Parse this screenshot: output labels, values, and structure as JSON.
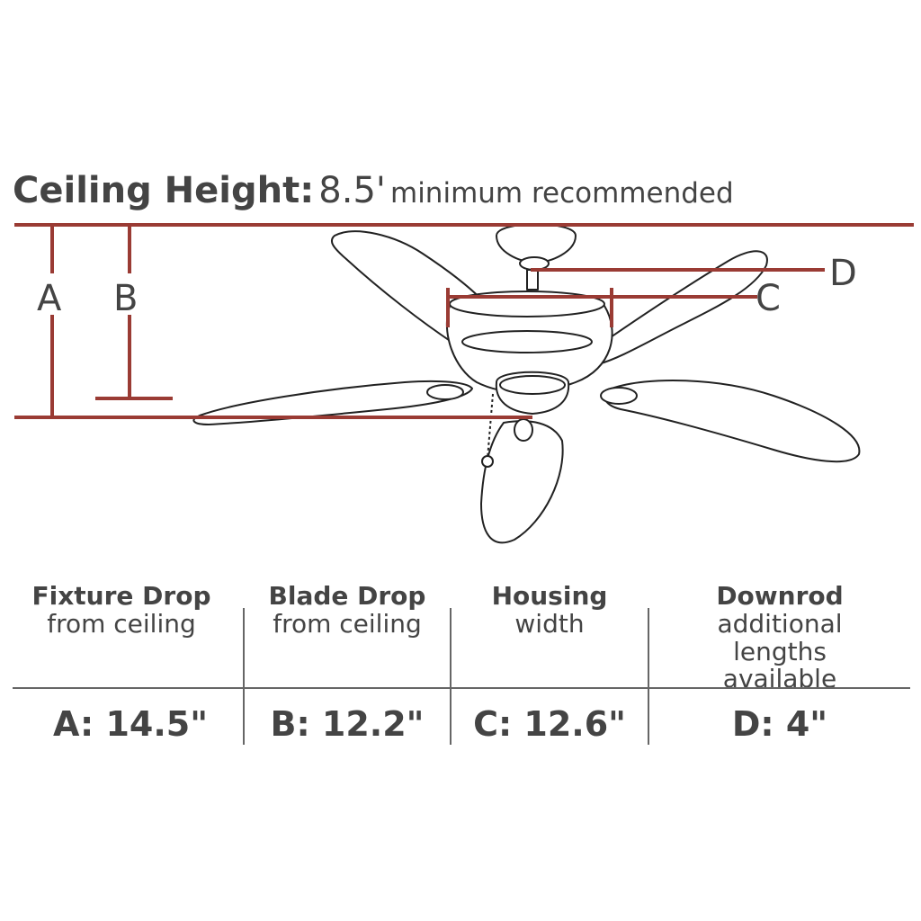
{
  "ceiling": {
    "label": "Ceiling Height:",
    "value": "8.5'",
    "note": "minimum recommended"
  },
  "diagram_labels": {
    "a": "A",
    "b": "B",
    "c": "C",
    "d": "D"
  },
  "colors": {
    "dimension_line": "#9a3b34",
    "text": "#444444",
    "outline": "#222222",
    "divider": "#666666"
  },
  "table": {
    "columns": [
      {
        "title": "Fixture Drop",
        "subtitle": "from ceiling",
        "value": "A: 14.5\""
      },
      {
        "title": "Blade Drop",
        "subtitle": "from ceiling",
        "value": "B: 12.2\""
      },
      {
        "title": "Housing",
        "subtitle": "width",
        "value": "C: 12.6\""
      },
      {
        "title": "Downrod",
        "subtitle": "additional lengths available",
        "value": "D: 4\""
      }
    ]
  }
}
